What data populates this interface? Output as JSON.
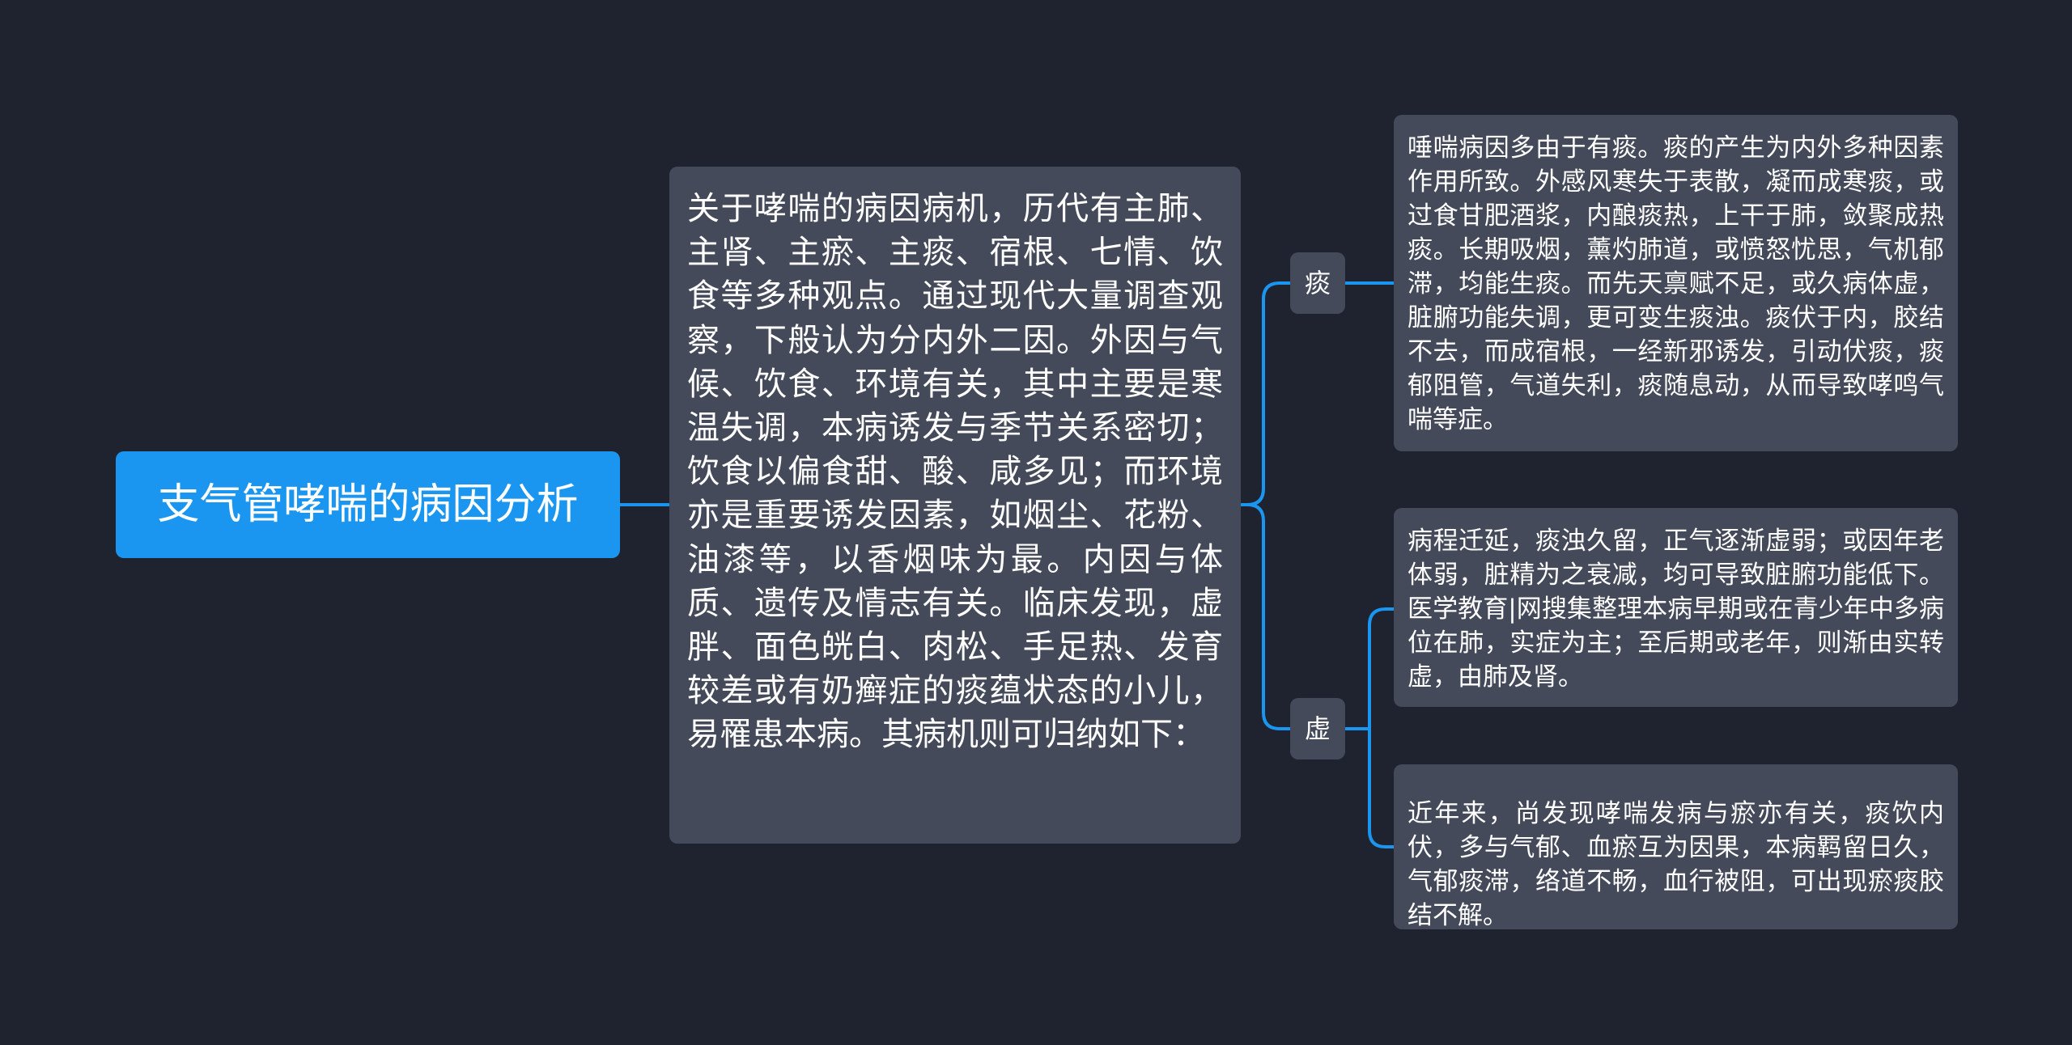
{
  "colors": {
    "background": "#1f2330",
    "root_fill": "#1a96f0",
    "node_fill": "#444a59",
    "connector": "#1a96f0",
    "text": "#ffffff"
  },
  "root": {
    "title": "支气管哮喘的病因分析"
  },
  "main": {
    "text": "关于哮喘的病因病机，历代有主肺、主肾、主瘀、主痰、宿根、七情、饮食等多种观点。通过现代大量调查观察，下般认为分内外二因。外因与气候、饮食、环境有关，其中主要是寒温失调，本病诱发与季节关系密切；饮食以偏食甜、酸、咸多见；而环境亦是重要诱发因素，如烟尘、花粉、油漆等，以香烟味为最。内因与体质、遗传及情志有关。临床发现，虚胖、面色㿠白、肉松、手足热、发育较差或有奶癣症的痰蕴状态的小儿，易罹患本病。其病机则可归纳如下："
  },
  "branches": [
    {
      "label": "痰",
      "details": [
        "唾喘病因多由于有痰。痰的产生为内外多种因素作用所致。外感风寒失于表散，凝而成寒痰，或过食甘肥酒浆，内酿痰热，上干于肺，敛聚成热痰。长期吸烟，薰灼肺道，或愤怒忧思，气机郁滞，均能生痰。而先天禀赋不足，或久病体虚，脏腑功能失调，更可变生痰浊。痰伏于内，胶结不去，而成宿根，一经新邪诱发，引动伏痰，痰郁阻管，气道失利，痰随息动，从而导致哮鸣气喘等症。"
      ]
    },
    {
      "label": "虚",
      "details": [
        "病程迁延，痰浊久留，正气逐渐虚弱；或因年老体弱，脏精为之衰减，均可导致脏腑功能低下。医学教育|网搜集整理本病早期或在青少年中多病位在肺，实症为主；至后期或老年，则渐由实转虚，由肺及肾。",
        "近年来，尚发现哮喘发病与瘀亦有关，痰饮内伏，多与气郁、血瘀互为因果，本病羁留日久，气郁痰滞，络道不畅，血行被阻，可出现瘀痰胶结不解。"
      ]
    }
  ]
}
